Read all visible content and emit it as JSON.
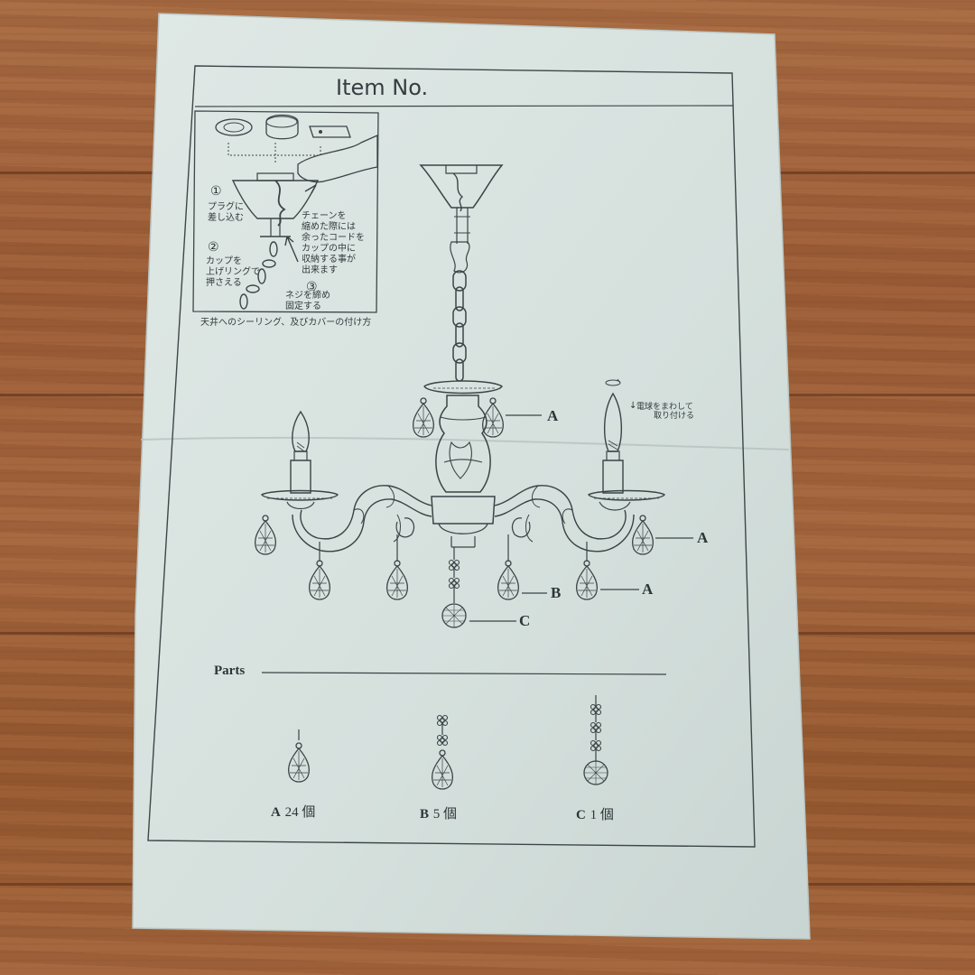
{
  "sheet": {
    "title": "Item No.",
    "caption": "天井へのシーリング、及びカバーの付け方"
  },
  "inset": {
    "step1_num": "①",
    "step1_lines": [
      "プラグに",
      "差し込む"
    ],
    "step2_num": "②",
    "step2_lines": [
      "カップを",
      "上げリングで",
      "押さえる"
    ],
    "step3_num": "③",
    "step3_lines": [
      "ネジを締め",
      "固定する"
    ],
    "chain_note": [
      "チェーンを",
      "縮めた際には",
      "余ったコードを",
      "カップの中に",
      "収納する事が",
      "出来ます"
    ]
  },
  "diagram": {
    "bulb_note": [
      "電球をまわして",
      "取り付ける"
    ],
    "bulb_arrow": "↓",
    "labels": {
      "top_a": "A",
      "right_a": "A",
      "lower_a": "A",
      "b": "B",
      "c": "C"
    }
  },
  "parts": {
    "heading": "Parts",
    "items": [
      {
        "letter": "A",
        "qty": "24 個"
      },
      {
        "letter": "B",
        "qty": "5 個"
      },
      {
        "letter": "C",
        "qty": "1 個"
      }
    ]
  },
  "colors": {
    "paper": "#d7e2df",
    "ink": "#2d3537",
    "wood": "#a0623a"
  }
}
